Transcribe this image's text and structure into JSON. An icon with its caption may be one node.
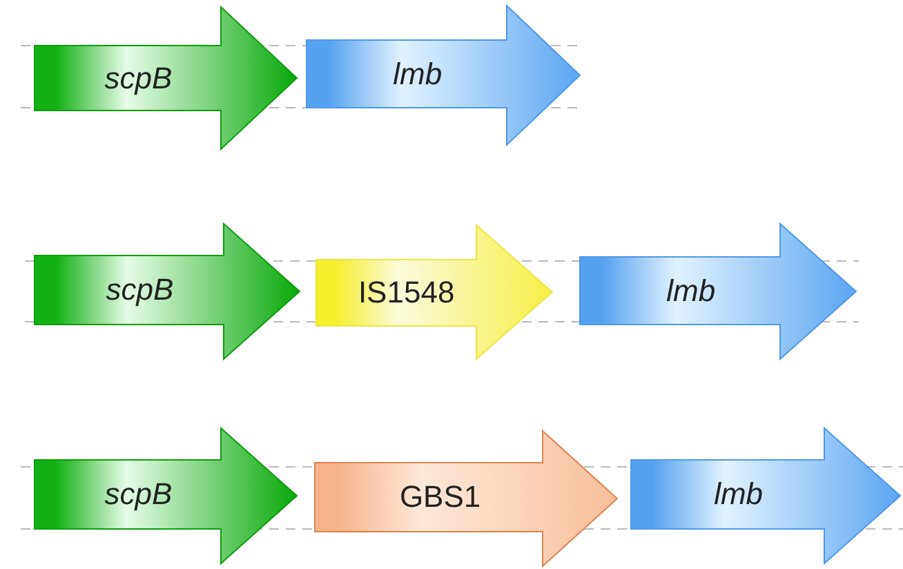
{
  "diagram": {
    "nodes": [
      {
        "text": [
          "scpB"
        ]
      },
      {
        "text": [
          "lmb"
        ]
      },
      {
        "text": [
          "scpB"
        ]
      },
      {
        "text": [
          "IS1548"
        ]
      },
      {
        "text": [
          "lmb"
        ]
      },
      {
        "text": [
          "scpB"
        ]
      },
      {
        "text": [
          "GBS1"
        ]
      },
      {
        "text": [
          "lmb"
        ]
      }
    ]
  }
}
